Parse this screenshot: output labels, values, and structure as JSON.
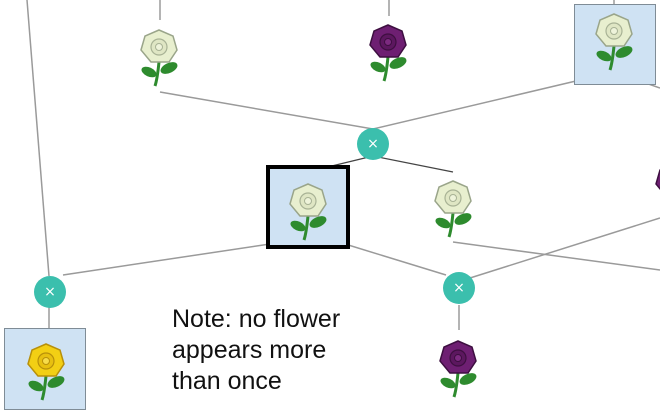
{
  "note": {
    "lines": [
      "Note: no flower",
      "appears more",
      "than once"
    ]
  },
  "colors": {
    "edge": "#9a9a9a",
    "cross_button": "#3bbfad",
    "selected_border": "#000000",
    "box_fill": "#cfe2f3",
    "white_rose": "#e8efcf",
    "purple_rose": "#6e1f72",
    "yellow_rose": "#f3cf14",
    "leaf": "#2e8b2e"
  },
  "flowers": [
    {
      "name": "white-rose",
      "color": "white",
      "boxed": false
    },
    {
      "name": "purple-rose",
      "color": "purple",
      "boxed": false
    },
    {
      "name": "white-rose",
      "color": "white",
      "boxed": true
    },
    {
      "name": "white-rose",
      "color": "white",
      "boxed": true,
      "selected": true
    },
    {
      "name": "white-rose",
      "color": "white",
      "boxed": false
    },
    {
      "name": "yellow-rose",
      "color": "yellow",
      "boxed": true
    },
    {
      "name": "purple-rose",
      "color": "purple",
      "boxed": false
    },
    {
      "name": "purple-rose",
      "color": "purple",
      "boxed": false
    }
  ],
  "cross_buttons": [
    {
      "glyph": "×"
    },
    {
      "glyph": "×"
    },
    {
      "glyph": "×"
    }
  ]
}
